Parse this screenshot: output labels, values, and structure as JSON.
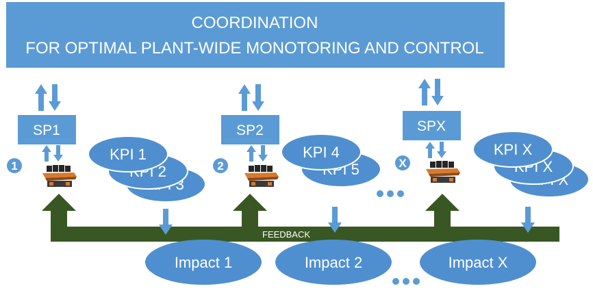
{
  "banner": {
    "line1": "COORDINATION",
    "line2": "FOR OPTIMAL PLANT-WIDE MONOTORING AND CONTROL"
  },
  "sp_boxes": [
    "SP1",
    "SP2",
    "SPX"
  ],
  "badges": [
    "1",
    "2",
    "X"
  ],
  "kpi_groups": [
    {
      "labels": [
        "KPI 1",
        "KPI 2",
        "KPI 3"
      ]
    },
    {
      "labels": [
        "KPI 4",
        "KPI 5"
      ]
    },
    {
      "labels": [
        "KPI X",
        "KPI X",
        "KPI X"
      ]
    }
  ],
  "feedback_label": "FEEDBACK",
  "impacts": [
    "Impact 1",
    "Impact 2",
    "Impact X"
  ],
  "icons": {
    "control_console": "control-console-icon",
    "ellipsis": "ellipsis-icon"
  },
  "colors": {
    "primary_blue": "#5b9bd5",
    "ellipse_blue": "#4f8fd0",
    "feedback_green": "#385723",
    "console_orange": "#d97a2b"
  }
}
